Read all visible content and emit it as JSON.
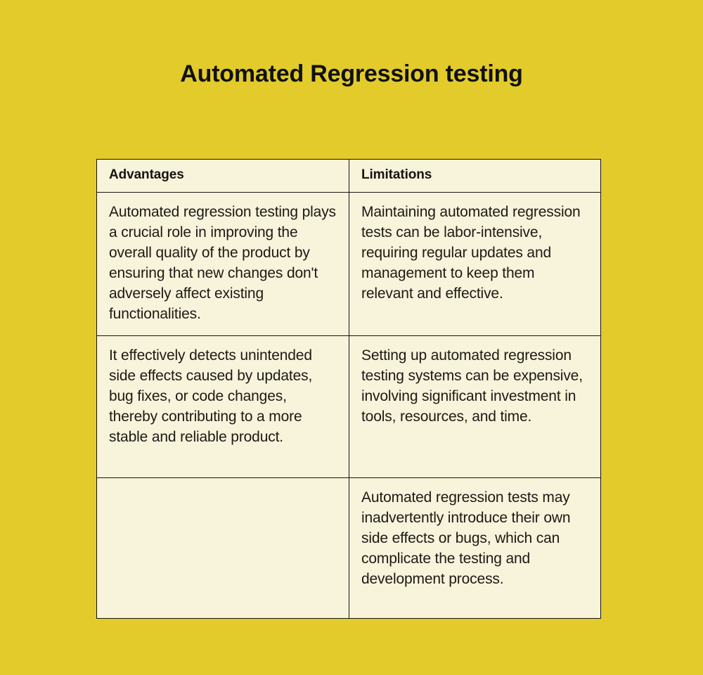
{
  "page": {
    "title": "Automated Regression testing",
    "background_color": "#e2cb2b",
    "cell_background_color": "#f8f3db",
    "border_color": "#15140f",
    "text_color": "#1c1a14"
  },
  "table": {
    "headers": {
      "advantages": "Advantages",
      "limitations": "Limitations"
    },
    "rows": [
      {
        "advantage": "Automated regression testing plays a crucial role in improving the overall quality of the product by ensuring that new changes don't adversely affect existing functionalities.",
        "limitation": "Maintaining automated regression tests can be labor-intensive, requiring regular updates and management to keep them relevant and effective."
      },
      {
        "advantage": "It effectively detects unintended side effects caused by updates, bug fixes, or code changes, thereby contributing to a more stable and reliable product.",
        "limitation": "Setting up automated regression testing systems can be expensive, involving significant investment in tools, resources, and time."
      },
      {
        "advantage": "",
        "limitation": "Automated regression tests may inadvertently introduce their own side effects or bugs, which can complicate the testing and development process."
      }
    ]
  }
}
